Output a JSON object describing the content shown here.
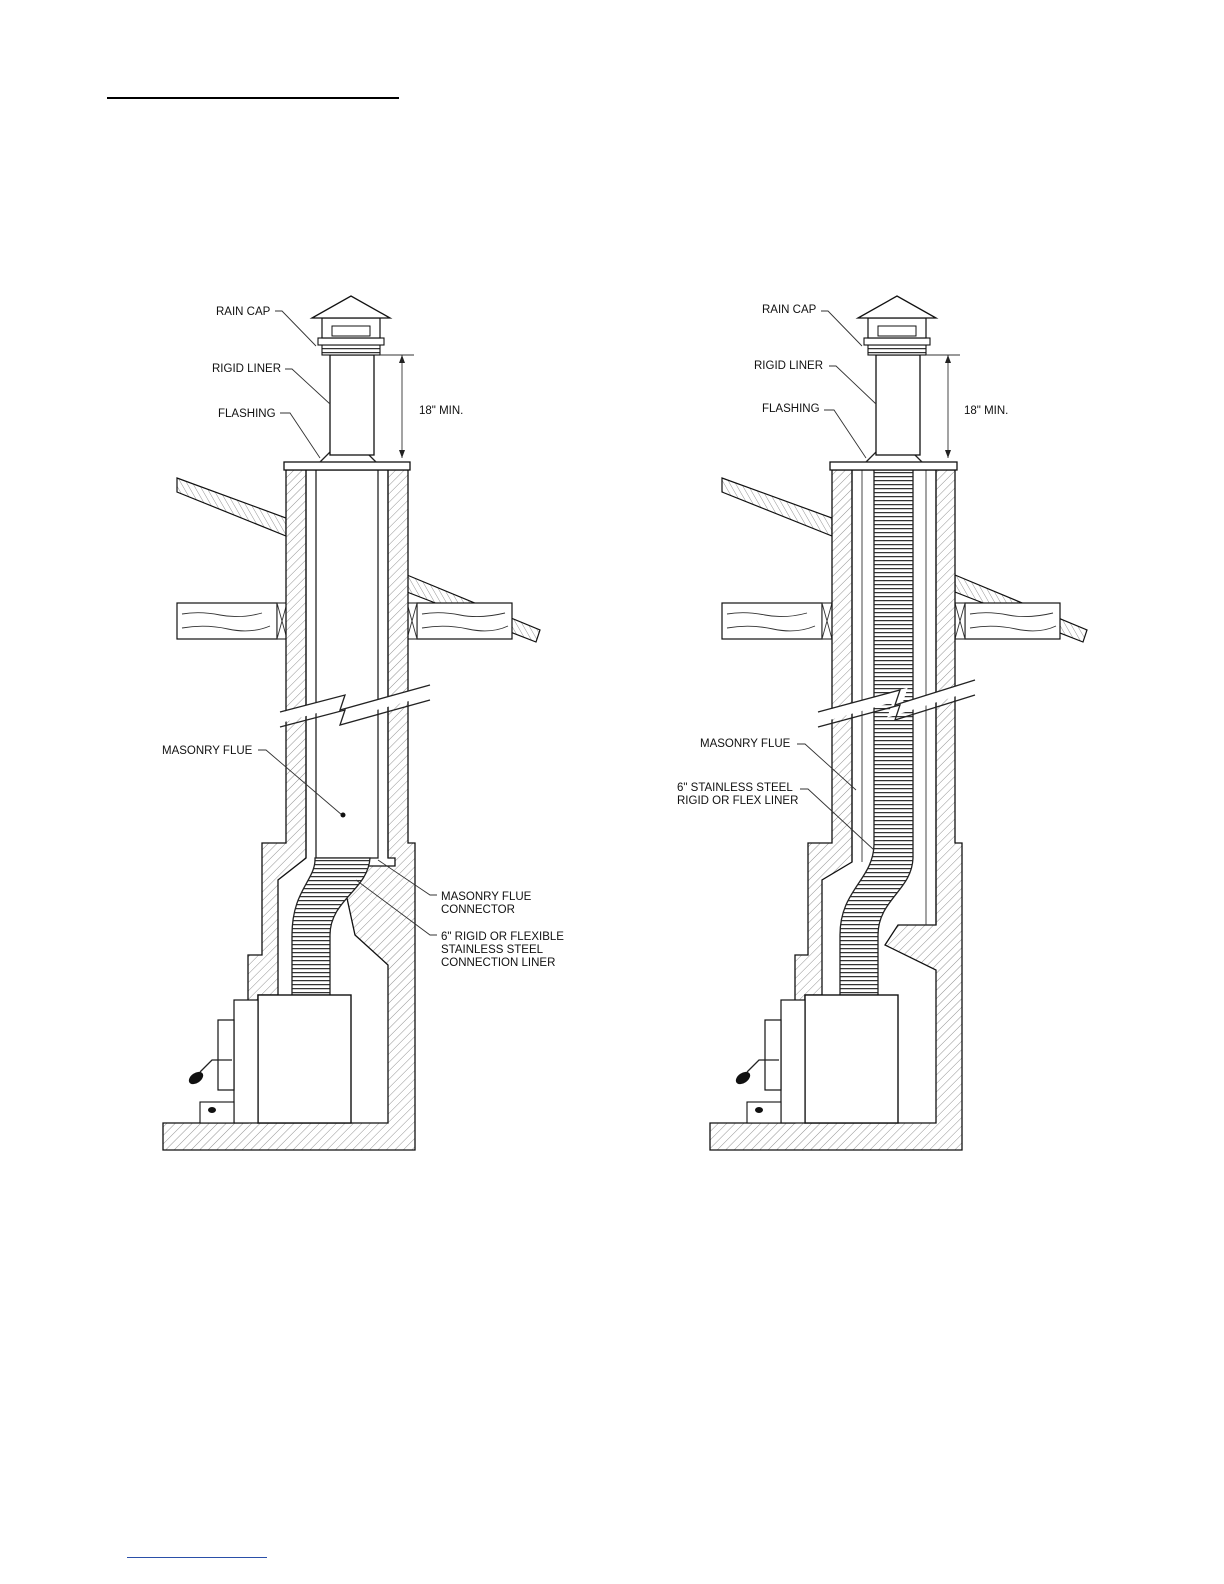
{
  "left_figure": {
    "labels": {
      "rain_cap": "RAIN CAP",
      "rigid_liner": "RIGID LINER",
      "flashing": "FLASHING",
      "clearance": "18\" MIN.",
      "masonry_flue": "MASONRY FLUE",
      "connector_line1": "MASONRY FLUE",
      "connector_line2": "CONNECTOR",
      "liner_line1": "6\" RIGID OR FLEXIBLE",
      "liner_line2": "STAINLESS STEEL",
      "liner_line3": "CONNECTION LINER"
    }
  },
  "right_figure": {
    "labels": {
      "rain_cap": "RAIN CAP",
      "rigid_liner": "RIGID LINER",
      "flashing": "FLASHING",
      "clearance": "18\" MIN.",
      "masonry_flue": "MASONRY FLUE",
      "liner_line1": "6\" STAINLESS STEEL",
      "liner_line2": "RIGID OR FLEX LINER"
    }
  },
  "colors": {
    "line": "#222222",
    "footer_rule": "#2a4fa8"
  }
}
